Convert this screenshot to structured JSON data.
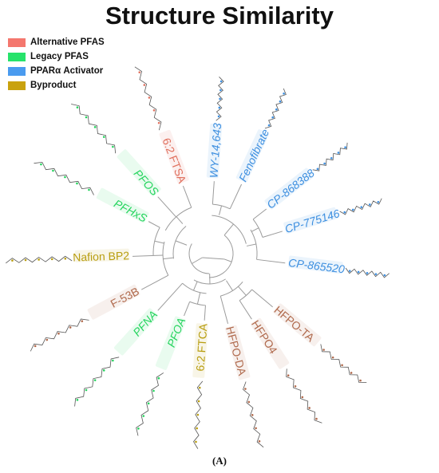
{
  "title": "Structure Similarity",
  "caption": "(A)",
  "legend": [
    {
      "label": "Alternative PFAS",
      "color": "#f4776e"
    },
    {
      "label": "Legacy PFAS",
      "color": "#27e36b"
    },
    {
      "label": "PPARα Activator",
      "color": "#4a9bef"
    },
    {
      "label": "Byproduct",
      "color": "#c9a20e"
    }
  ],
  "colors": {
    "alternative": "#e0705e",
    "legacy": "#25d45e",
    "activator": "#3d8fe0",
    "byproduct": "#b89d0f",
    "hfpo": "#b06a4d",
    "branch": "#9b9b9b"
  },
  "leaves": [
    {
      "label": "WY-14,643",
      "group": "activator"
    },
    {
      "label": "Fenofibrate",
      "group": "activator"
    },
    {
      "label": "CP-868388",
      "group": "activator"
    },
    {
      "label": "CP-775146",
      "group": "activator"
    },
    {
      "label": "CP-865520",
      "group": "activator"
    },
    {
      "label": "HFPO-TA",
      "group": "hfpo"
    },
    {
      "label": "HFPO4",
      "group": "hfpo"
    },
    {
      "label": "HFPO-DA",
      "group": "hfpo"
    },
    {
      "label": "6:2 FTCA",
      "group": "byproduct"
    },
    {
      "label": "PFOA",
      "group": "legacy"
    },
    {
      "label": "PFNA",
      "group": "legacy"
    },
    {
      "label": "F-53B",
      "group": "hfpo"
    },
    {
      "label": "Nafion BP2",
      "group": "byproduct"
    },
    {
      "label": "PFHxS",
      "group": "legacy"
    },
    {
      "label": "PFOS",
      "group": "legacy"
    },
    {
      "label": "6:2 FTSA",
      "group": "alternative"
    }
  ]
}
